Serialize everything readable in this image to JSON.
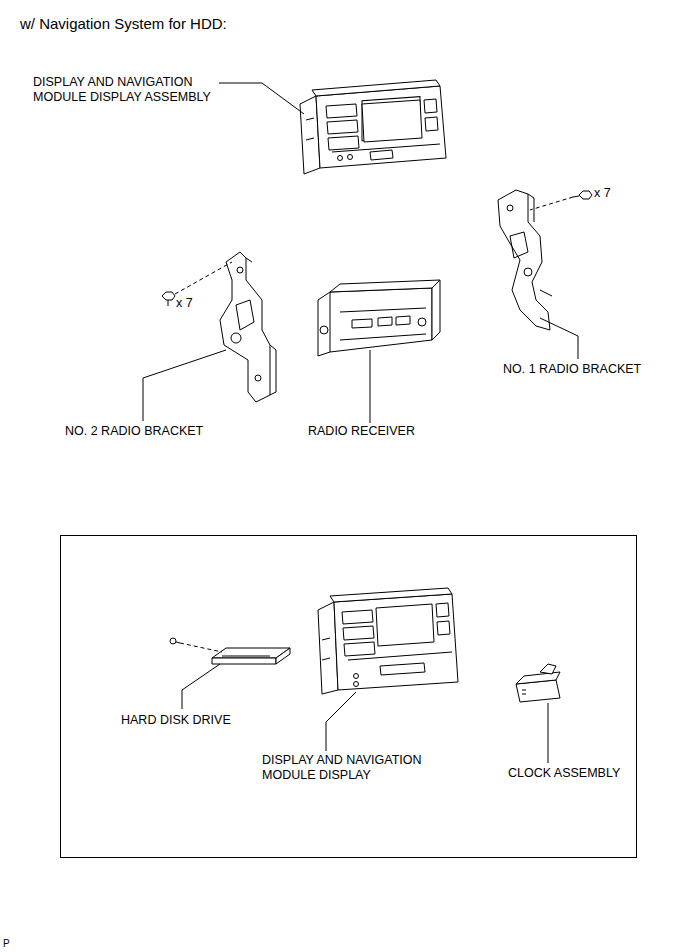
{
  "diagram": {
    "title": "w/ Navigation System for HDD:",
    "nodes": [
      {
        "text": [
          "HARD DISK DRIVE",
          "DISPLAY AND NAVIGATION MODULE DISPLAY",
          "CLOCK ASSEMBLY"
        ]
      }
    ],
    "labels": [
      "DISPLAY AND NAVIGATION MODULE DISPLAY ASSEMBLY",
      "x 7",
      "x 7",
      "NO. 1 RADIO BRACKET",
      "NO. 2 RADIO BRACKET",
      "RADIO RECEIVER",
      "P"
    ]
  }
}
